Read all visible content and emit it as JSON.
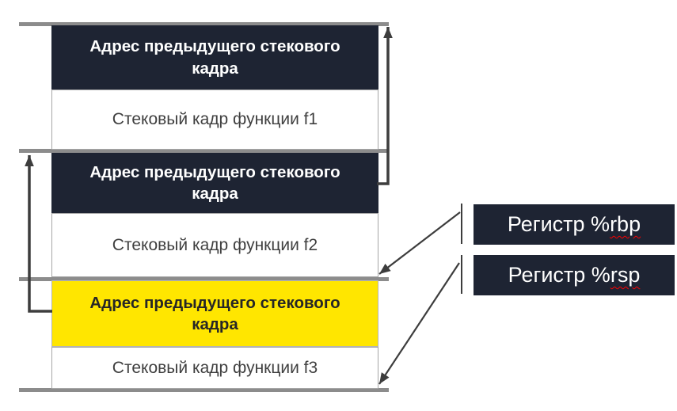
{
  "colors": {
    "dark_box": "#1e2433",
    "highlight_box": "#ffe600",
    "separator_gray": "#8c8c8c",
    "arrow": "#3d3d3d",
    "frame_text": "#3f3f3f",
    "highlight_text": "#262626",
    "spellcheck_underline": "#ff0000"
  },
  "stack": [
    {
      "address_label": "Адрес предыдущего стекового кадра",
      "frame_label": "Стековый кадр функции f1",
      "highlighted": false
    },
    {
      "address_label": "Адрес предыдущего стекового кадра",
      "frame_label": "Стековый кадр функции f2",
      "highlighted": false
    },
    {
      "address_label": "Адрес предыдущего стекового кадра",
      "frame_label": "Стековый кадр функции f3",
      "highlighted": true
    }
  ],
  "registers": [
    {
      "prefix": "Регистр %",
      "name": "rbp"
    },
    {
      "prefix": "Регистр %",
      "name": "rsp"
    }
  ]
}
